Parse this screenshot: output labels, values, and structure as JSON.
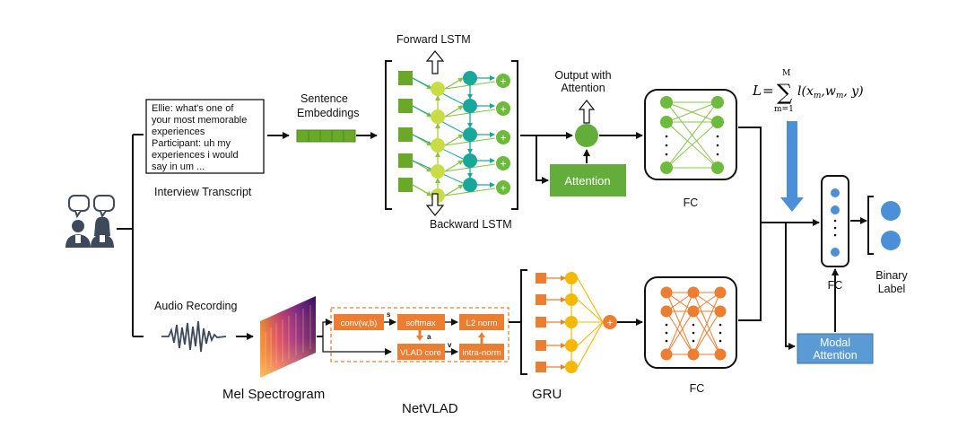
{
  "labels": {
    "transcript_text": [
      "Ellie: what's one of",
      "your most memorable",
      "experiences",
      "Participant: uh my",
      "experiences i would",
      "say in um ..."
    ],
    "interview_transcript": "Interview Transcript",
    "sentence_embeddings": [
      "Sentence",
      "Embeddings"
    ],
    "forward_lstm": "Forward LSTM",
    "backward_lstm": "Backward LSTM",
    "output_with_attention": [
      "Output with",
      "Attention"
    ],
    "attention": "Attention",
    "fc_top": "FC",
    "fc_bottom": "FC",
    "fc_final": "FC",
    "loss_L": "L",
    "loss_eq": "=",
    "loss_sum_top": "M",
    "loss_sum_bottom": "m=1",
    "loss_term": "l(x",
    "loss_sub1": "m",
    "loss_mid": ",w",
    "loss_sub2": "m",
    "loss_end": ", y)",
    "binary_label": [
      "Binary",
      "Label"
    ],
    "modal_attention": [
      "Modal",
      "Attention"
    ],
    "audio_recording": "Audio Recording",
    "mel_spectrogram": "Mel Spectrogram",
    "netvlad": "NetVLAD",
    "gru": "GRU",
    "conv": "conv(w,b)",
    "softmax": "softmax",
    "l2norm": "L2 norm",
    "vlad_core": "VLAD core",
    "intra_norm": "intra-norm",
    "sym_s": "s",
    "sym_a": "a",
    "sym_v": "v",
    "plus": "+"
  },
  "colors": {
    "green_dark": "#6aa829",
    "green_yellow": "#c9dc45",
    "teal": "#1aa79b",
    "attention_green": "#63ad3a",
    "orange": "#ed7d31",
    "orange_light": "#f5b800",
    "blue": "#4a8fd8",
    "modal_blue": "#5b9bd5"
  }
}
